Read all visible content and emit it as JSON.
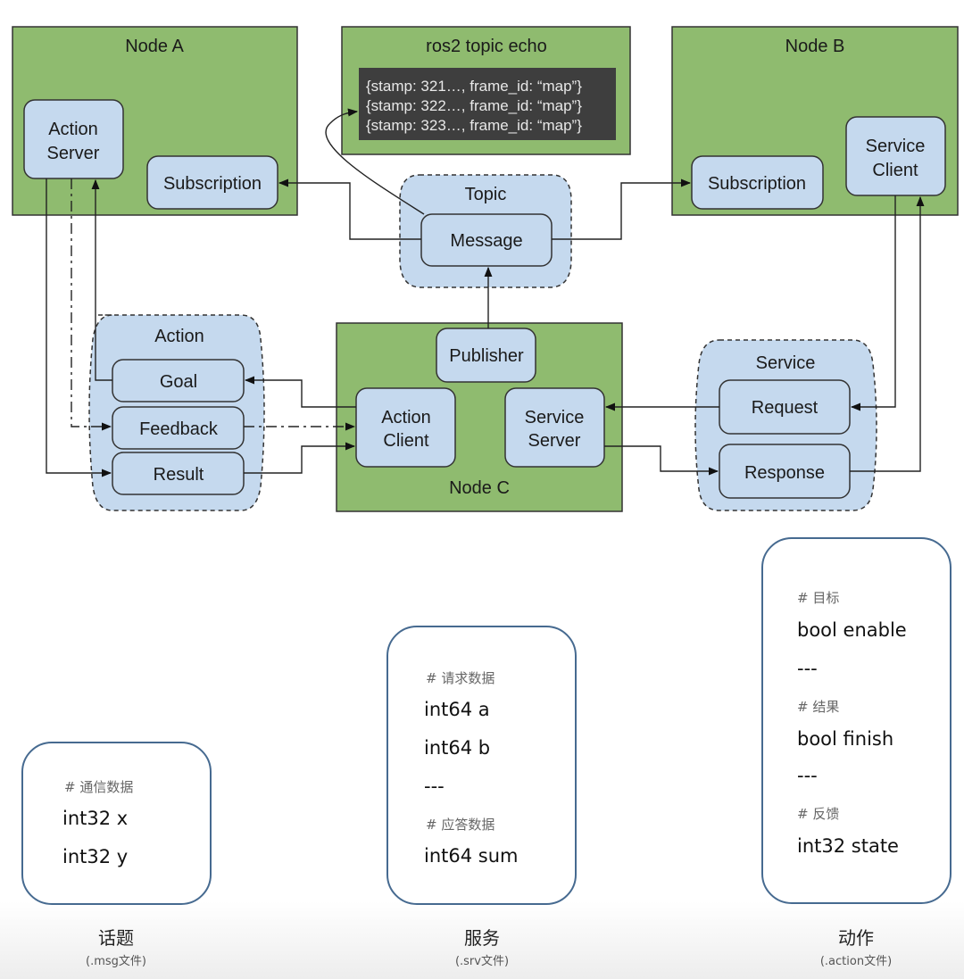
{
  "diagram": {
    "nodes": {
      "node_a": "Node A",
      "node_b": "Node B",
      "node_c": "Node C",
      "echo": "ros2 topic echo"
    },
    "echo_lines": [
      "{stamp: 321…, frame_id: “map”}",
      "{stamp: 322…, frame_id: “map”}",
      "{stamp: 323…, frame_id: “map”}"
    ],
    "components": {
      "action_server": [
        "Action",
        "Server"
      ],
      "subscription_a": "Subscription",
      "subscription_b": "Subscription",
      "service_client": [
        "Service",
        "Client"
      ],
      "publisher": "Publisher",
      "action_client": [
        "Action",
        "Client"
      ],
      "service_server": [
        "Service",
        "Server"
      ]
    },
    "groups": {
      "topic": {
        "title": "Topic",
        "items": [
          "Message"
        ]
      },
      "action": {
        "title": "Action",
        "items": [
          "Goal",
          "Feedback",
          "Result"
        ]
      },
      "service": {
        "title": "Service",
        "items": [
          "Request",
          "Response"
        ]
      }
    }
  },
  "definitions": {
    "msg": {
      "lines": [
        {
          "type": "comment",
          "text": "# 通信数据"
        },
        {
          "type": "code",
          "text": "int32 x"
        },
        {
          "type": "code",
          "text": "int32 y"
        }
      ],
      "title": "话题",
      "subtitle": "(.msg文件)"
    },
    "srv": {
      "lines": [
        {
          "type": "comment",
          "text": "# 请求数据"
        },
        {
          "type": "code",
          "text": "int64 a"
        },
        {
          "type": "code",
          "text": "int64 b"
        },
        {
          "type": "code",
          "text": "---"
        },
        {
          "type": "comment",
          "text": "# 应答数据"
        },
        {
          "type": "code",
          "text": "int64 sum"
        }
      ],
      "title": "服务",
      "subtitle": "(.srv文件)"
    },
    "action": {
      "lines": [
        {
          "type": "comment",
          "text": "# 目标"
        },
        {
          "type": "code",
          "text": "bool enable"
        },
        {
          "type": "code",
          "text": "---"
        },
        {
          "type": "comment",
          "text": "# 结果"
        },
        {
          "type": "code",
          "text": "bool finish"
        },
        {
          "type": "code",
          "text": "---"
        },
        {
          "type": "comment",
          "text": "# 反馈"
        },
        {
          "type": "code",
          "text": "int32 state"
        }
      ],
      "title": "动作",
      "subtitle": "(.action文件)"
    }
  }
}
